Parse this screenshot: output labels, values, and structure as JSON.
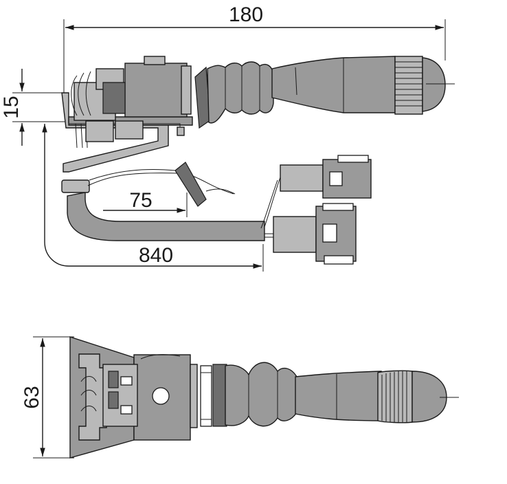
{
  "dimensions": {
    "overall_length": "180",
    "height_top": "15",
    "cable_length": "840",
    "branch_length": "75",
    "height_bottom": "63"
  },
  "colors": {
    "line": "#1a1a1a",
    "body_fill": "#9a9a9a",
    "light_fill": "#b9b9b9",
    "dark_fill": "#6e6e6e",
    "background": "#ffffff"
  }
}
